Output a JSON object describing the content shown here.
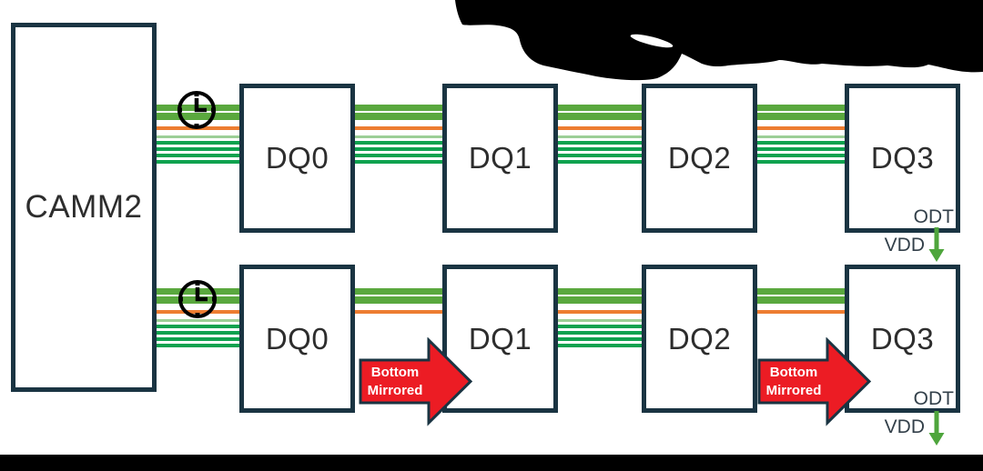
{
  "camm2": {
    "label": "CAMM2"
  },
  "chips_top": [
    "DQ0",
    "DQ1",
    "DQ2",
    "DQ3"
  ],
  "chips_bottom": [
    "DQ0",
    "DQ1",
    "DQ2",
    "DQ3"
  ],
  "labels": {
    "odt_top": "ODT",
    "vdd_top": "VDD",
    "odt_bottom": "ODT",
    "vdd_bottom": "VDD"
  },
  "arrows": [
    {
      "line1": "Bottom",
      "line2": "Mirrored"
    },
    {
      "line1": "Bottom",
      "line2": "Mirrored"
    }
  ],
  "colors": {
    "border": "#1a3442",
    "label": "#2d2d2d",
    "slate": "#33404a",
    "greenbar": "#5aa83e",
    "greenstripe": "#0ea24f",
    "greenlight": "#9ccf96",
    "orange": "#ed7d31",
    "red": "#ec1c24",
    "vddgreen": "#4ea53c",
    "black": "#000000"
  }
}
